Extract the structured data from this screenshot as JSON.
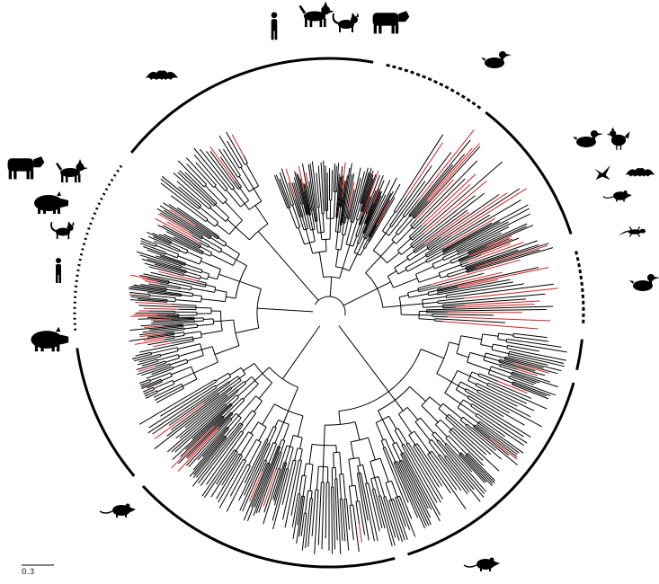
{
  "figure": {
    "type": "circular-phylogenetic-tree",
    "scale_bar_label": "0.3",
    "colors": {
      "branch": "#000000",
      "highlight_branch": "#d62020",
      "background": "#ffffff"
    }
  },
  "host_groups": [
    {
      "id": "g1",
      "icons": [
        "human-icon",
        "dog-icon",
        "cat-icon",
        "cow-icon"
      ],
      "ring_style": "dashed"
    },
    {
      "id": "g2",
      "icons": [
        "duck-icon"
      ],
      "ring_style": "solid"
    },
    {
      "id": "g3",
      "icons": [
        "duck-icon",
        "chicken-icon",
        "bird-icon",
        "bat-icon",
        "rat-icon",
        "lizard-icon"
      ],
      "ring_style": "dashed"
    },
    {
      "id": "g4",
      "icons": [
        "duck-icon"
      ],
      "ring_style": "solid"
    },
    {
      "id": "g5",
      "icons": [
        "rat-icon"
      ],
      "ring_style": "solid"
    },
    {
      "id": "g6",
      "icons": [
        "rat-icon"
      ],
      "ring_style": "solid"
    },
    {
      "id": "g7",
      "icons": [
        "pig-icon"
      ],
      "ring_style": "solid"
    },
    {
      "id": "g8",
      "icons": [
        "cow-icon",
        "dog-icon",
        "pig-icon",
        "cat-icon",
        "human-icon"
      ],
      "ring_style": "dotted"
    },
    {
      "id": "g9",
      "icons": [
        "bat-icon"
      ],
      "ring_style": "solid"
    }
  ]
}
